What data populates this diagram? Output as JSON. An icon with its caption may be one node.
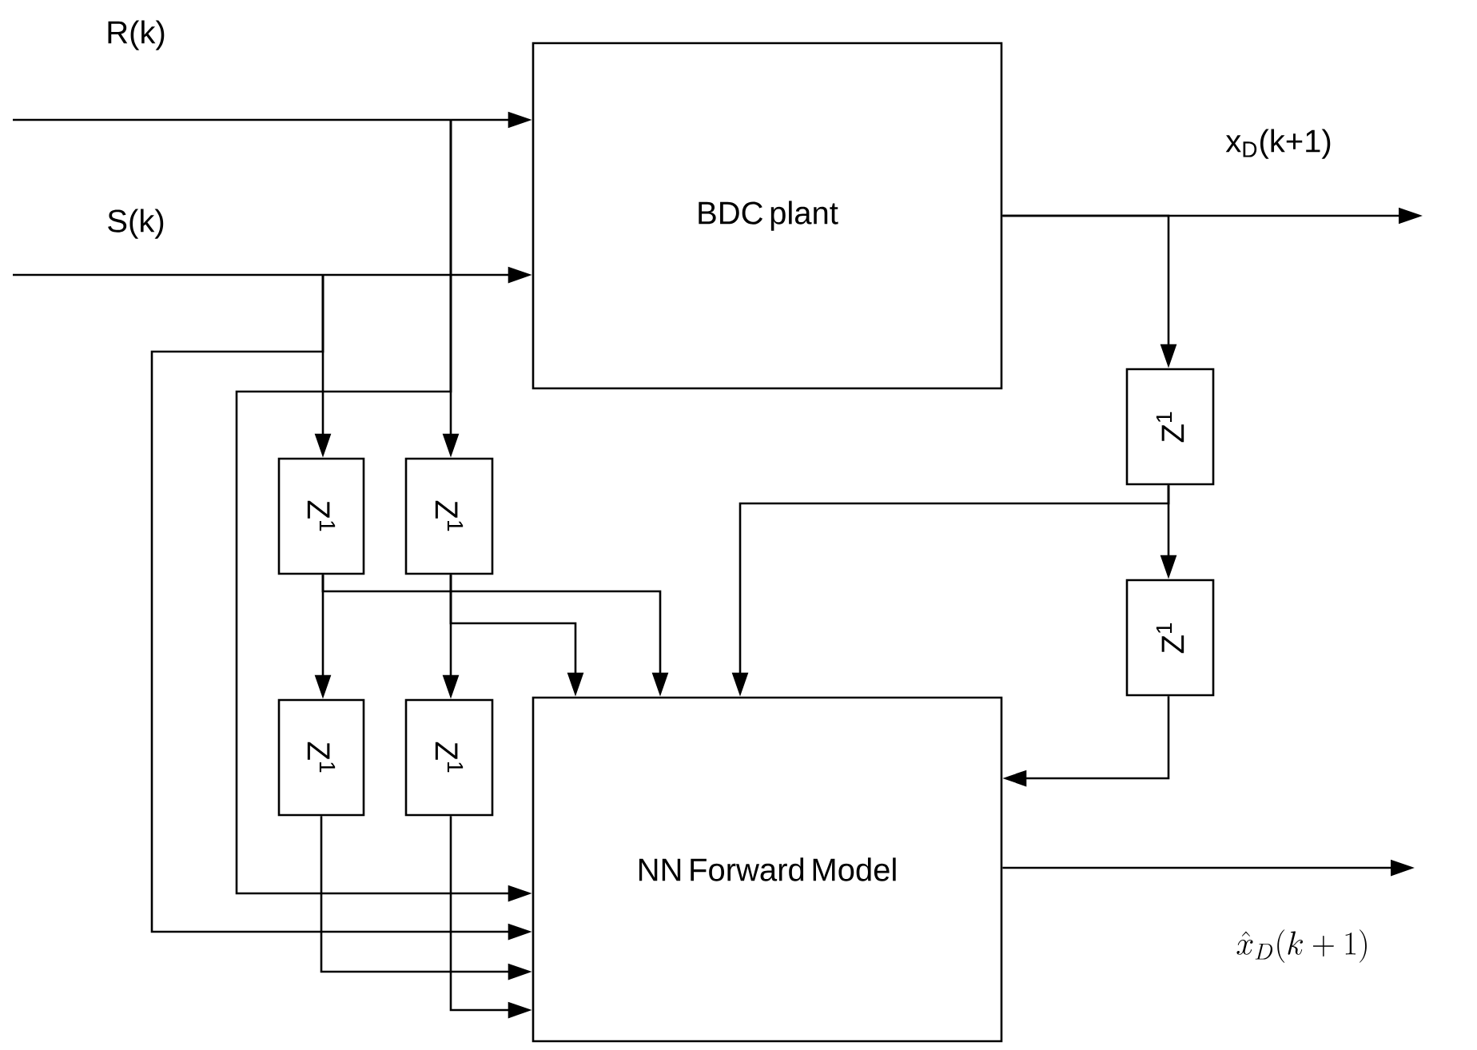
{
  "diagram": {
    "nodes": [
      {
        "text": [
          "BDC plant"
        ]
      },
      {
        "text": [
          "NN Forward Model"
        ]
      },
      {
        "text": [
          "Z$^{1}$"
        ]
      },
      {
        "text": [
          "Z$^{1}$"
        ]
      },
      {
        "text": [
          "Z$^{1}$"
        ]
      },
      {
        "text": [
          "Z$^{1}$"
        ]
      },
      {
        "text": [
          "Z$^{1}$"
        ]
      },
      {
        "text": [
          "Z$^{1}$"
        ]
      }
    ],
    "edges": [
      {
        "from": null,
        "to": 0,
        "arrow": "to"
      },
      {
        "from": null,
        "to": 3,
        "arrow": "to"
      },
      {
        "from": null,
        "to": 1,
        "arrow": "to"
      },
      {
        "from": null,
        "to": 0,
        "arrow": "to"
      },
      {
        "from": null,
        "to": 2,
        "arrow": "to"
      },
      {
        "from": null,
        "to": 1,
        "arrow": "to"
      },
      {
        "from": 0,
        "to": null,
        "arrow": "to"
      },
      {
        "from": 0,
        "to": 6,
        "arrow": "to"
      },
      {
        "from": 6,
        "to": 7,
        "arrow": "to"
      },
      {
        "from": 6,
        "to": 1,
        "arrow": "to"
      },
      {
        "from": 7,
        "to": 1,
        "arrow": "to"
      },
      {
        "from": 2,
        "to": 4,
        "arrow": "to"
      },
      {
        "from": 2,
        "to": 1,
        "arrow": "to"
      },
      {
        "from": 3,
        "to": 5,
        "arrow": "to"
      },
      {
        "from": 3,
        "to": 1,
        "arrow": "to"
      },
      {
        "from": 4,
        "to": 1,
        "arrow": "to"
      },
      {
        "from": 5,
        "to": 1,
        "arrow": "to"
      },
      {
        "from": 1,
        "to": null,
        "arrow": "to"
      }
    ],
    "labels": [
      "R(k)",
      "x$_{D}$(k+1)",
      "S(k)",
      "\\hat{x}_D(k+1)"
    ]
  }
}
